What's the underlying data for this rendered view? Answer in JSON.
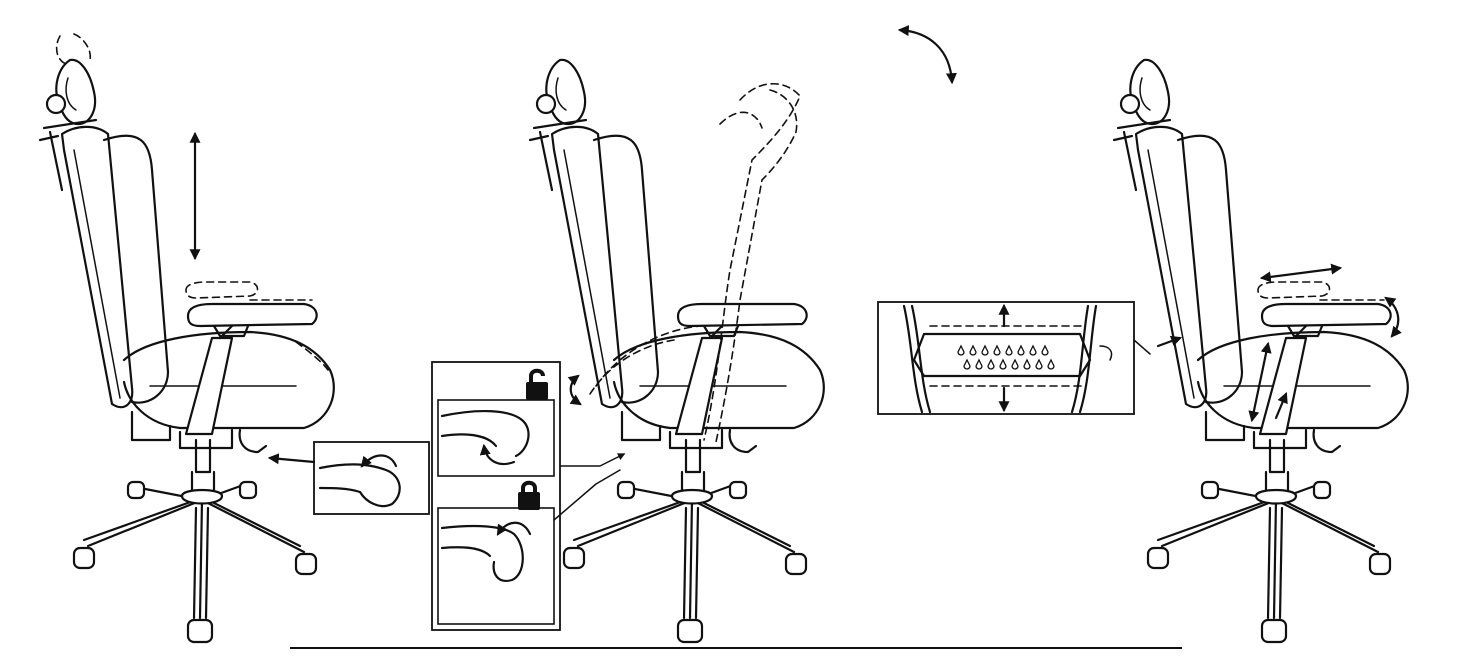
{
  "figure": {
    "colors": {
      "ink": "#111111",
      "background": "#ffffff"
    },
    "panels": [
      {
        "id": "height-adjustment",
        "icons": [
          "up-down-arrow-icon",
          "lever-pull-icon"
        ]
      },
      {
        "id": "tilt-lock",
        "icons": [
          "unlocked-padlock-icon",
          "locked-padlock-icon",
          "curved-arrow-icon"
        ]
      },
      {
        "id": "lumbar-and-armrest",
        "icons": [
          "up-arrow-icon",
          "down-arrow-icon",
          "left-right-arrow-icon",
          "pivot-arrow-icon"
        ]
      }
    ]
  }
}
